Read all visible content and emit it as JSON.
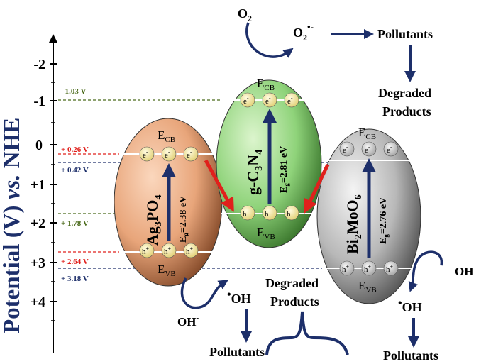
{
  "axis": {
    "label_main": "Potential (V) ",
    "label_vs": "vs.",
    "label_end": " NHE",
    "ticks": [
      "-2",
      "-1",
      "0",
      "+1",
      "+2",
      "+3",
      "+4"
    ]
  },
  "levels": [
    {
      "label": "-1.03 V",
      "color": "#4a6a1a"
    },
    {
      "label": "+ 0.26 V",
      "color": "#e0201c"
    },
    {
      "label": "+ 0.42 V",
      "color": "#1d2f6a"
    },
    {
      "label": "+ 1.78 V",
      "color": "#4a6a1a"
    },
    {
      "label": "+ 2.64 V",
      "color": "#e0201c"
    },
    {
      "label": "+ 3.18 V",
      "color": "#1d2f6a"
    }
  ],
  "ag3po4": {
    "name_base": "Ag",
    "name_sub1": "3",
    "name_mid": "PO",
    "name_sub2": "4",
    "eg_text": "=2.38 eV",
    "cb_label": "E",
    "cb_sub": "CB",
    "vb_label": "E",
    "vb_sub": "VB",
    "color": "#e8a57a"
  },
  "gc3n4": {
    "name_base": "g-C",
    "name_sub1": "3",
    "name_mid": "N",
    "name_sub2": "4",
    "eg_text": "=2.81 eV",
    "cb_label": "E",
    "cb_sub": "CB",
    "vb_label": "E",
    "vb_sub": "VB",
    "color": "#8fd37a"
  },
  "bi2moo6": {
    "name_base": "Bi",
    "name_sub1": "2",
    "name_mid": "MoO",
    "name_sub2": "6",
    "eg_text": "=2.76 eV",
    "cb_label": "E",
    "cb_sub": "CB",
    "vb_label": "E",
    "vb_sub": "VB",
    "color": "#b8b8b8"
  },
  "carriers": {
    "electron": "e",
    "electron_sup": "-",
    "hole": "h",
    "hole_sup": "+",
    "eg": "E",
    "eg_sub": "g"
  },
  "reactions": {
    "o2": "O",
    "o2_sub": "2",
    "superoxide": "O",
    "superoxide_sub": "2",
    "superoxide_sup": "•-",
    "pollutants_top": "Pollutants",
    "degraded_top_1": "Degraded",
    "degraded_top_2": "Products",
    "oh_minus_left": "OH",
    "oh_minus_left_sup": "-",
    "oh_radical_left": "OH",
    "radical_dot": "•",
    "pollutants_left": "Pollutants",
    "degraded_mid_1": "Degraded",
    "degraded_mid_2": "Products",
    "oh_minus_right": "OH",
    "oh_minus_right_sup": "-",
    "oh_radical_right": "OH",
    "pollutants_right": "Pollutants"
  },
  "colors": {
    "navy": "#1d2f6a",
    "red": "#e0201c",
    "green_dash": "#4a6a1a",
    "navy_dash": "#1d2f6a"
  }
}
